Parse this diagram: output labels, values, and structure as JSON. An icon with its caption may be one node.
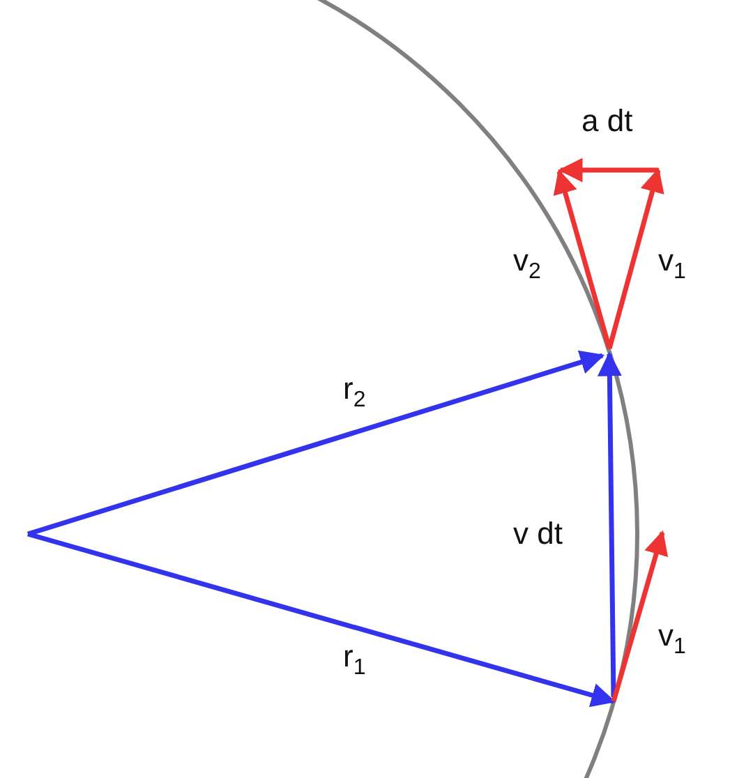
{
  "diagram": {
    "labels": [
      "a dt",
      "v$_{2}$",
      "v$_{1}$",
      "r$_{2}$",
      "v dt",
      "v$_{1}$",
      "r$_{1}$"
    ]
  }
}
